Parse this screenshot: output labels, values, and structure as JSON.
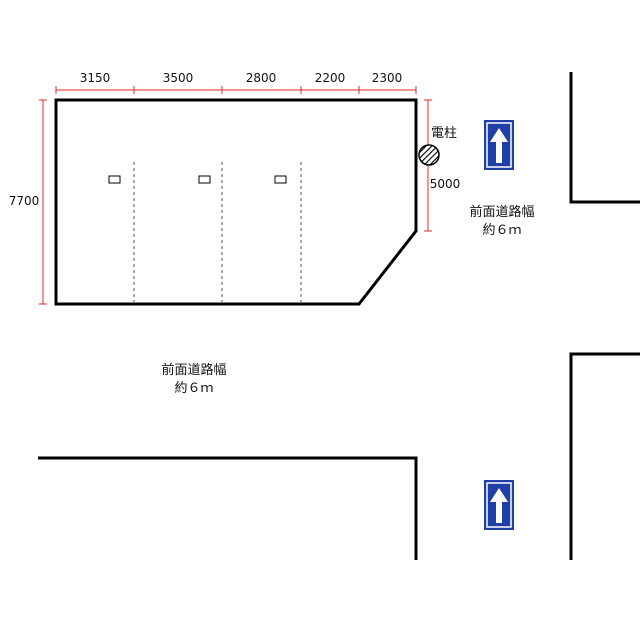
{
  "lot": {
    "top_dimensions": [
      "3150",
      "3500",
      "2800",
      "2200",
      "2300"
    ],
    "left_dimension": "7700",
    "right_dimension": "5000",
    "spaces": 3
  },
  "utility_pole": {
    "label": "電柱"
  },
  "roads": {
    "right": {
      "width_label": "前面道路幅",
      "width_value": "約６ｍ"
    },
    "front": {
      "width_label": "前面道路幅",
      "width_value": "約６ｍ"
    }
  },
  "signs": [
    {
      "name": "one-way-sign",
      "icon": "up-arrow",
      "color": "#1f3fa8"
    },
    {
      "name": "one-way-sign",
      "icon": "up-arrow",
      "color": "#1f3fa8"
    }
  ],
  "colors": {
    "dimension_line": "#e0282a",
    "outline": "#000000",
    "sign": "#1f3fa8"
  }
}
